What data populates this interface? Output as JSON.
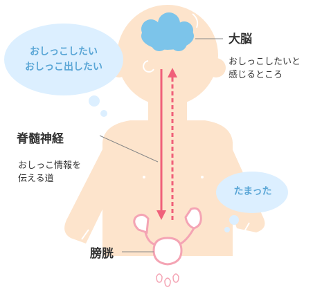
{
  "bubbles": {
    "thought": [
      "おしっこしたい",
      "おしっこ出したい"
    ],
    "full": "たまった"
  },
  "labels": {
    "brain": {
      "title": "大脳",
      "desc": [
        "おしっこしたいと",
        "感じるところ"
      ]
    },
    "spinal": {
      "title": "脊髄神経",
      "desc": [
        "おしっこ情報を",
        "伝える道"
      ]
    },
    "bladder": {
      "title": "膀胱"
    }
  },
  "colors": {
    "skin": "#fde4cc",
    "brain": "#7cc4ea",
    "bubble": "#dcefff",
    "bubble_text": "#5aa6d6",
    "arrow": "#f0607a",
    "organ": "#f4a4b4",
    "leader": "#888888",
    "text": "#333333"
  }
}
